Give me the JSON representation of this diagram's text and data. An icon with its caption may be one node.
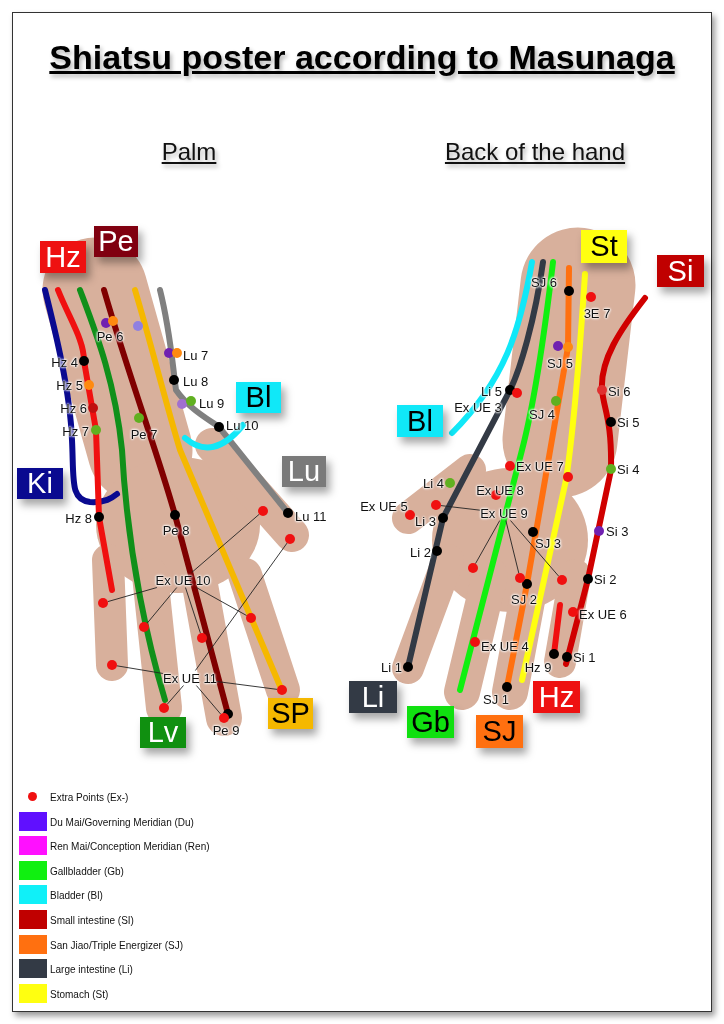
{
  "diagram": {
    "title": "Shiatsu poster according to Masunaga",
    "nodes": [
      {
        "text": [
          "Hz"
        ]
      },
      {
        "text": [
          "Pe"
        ]
      },
      {
        "text": [
          "Bl"
        ]
      },
      {
        "text": [
          "Ki"
        ]
      },
      {
        "text": [
          "Lu"
        ]
      },
      {
        "text": [
          "Ex UE 10"
        ]
      },
      {
        "text": [],
        "shape": "circle"
      },
      {
        "text": [],
        "shape": "circle"
      },
      {
        "text": [],
        "shape": "circle"
      },
      {
        "text": [],
        "shape": "circle"
      },
      {
        "text": [],
        "shape": "circle"
      },
      {
        "text": [
          "Ex UE 11"
        ]
      },
      {
        "text": [],
        "shape": "circle"
      },
      {
        "text": [],
        "shape": "circle"
      },
      {
        "text": [],
        "shape": "circle"
      },
      {
        "text": [],
        "shape": "circle"
      },
      {
        "text": [],
        "shape": "circle"
      },
      {
        "text": [
          "Lv"
        ]
      },
      {
        "text": [
          "SP"
        ]
      },
      {
        "text": [
          "St"
        ]
      },
      {
        "text": [
          "Si"
        ]
      },
      {
        "text": [
          "Bl"
        ]
      },
      {
        "text": [
          "Ex UE 9"
        ]
      },
      {
        "text": [],
        "shape": "circle"
      },
      {
        "text": [],
        "shape": "circle"
      },
      {
        "text": [],
        "shape": "circle"
      },
      {
        "text": [],
        "shape": "circle"
      },
      {
        "text": [
          "Li"
        ]
      },
      {
        "text": [
          "Hz"
        ]
      },
      {
        "text": [
          "Gb"
        ]
      },
      {
        "text": [
          "SJ"
        ]
      }
    ],
    "edges": [
      {
        "from": 5,
        "to": 6,
        "arrow": "none"
      },
      {
        "from": 5,
        "to": 7,
        "arrow": "none"
      },
      {
        "from": 5,
        "to": 8,
        "arrow": "none"
      },
      {
        "from": 5,
        "to": 9,
        "arrow": "none"
      },
      {
        "from": 5,
        "to": 10,
        "arrow": "none"
      },
      {
        "from": 11,
        "to": 12,
        "arrow": "none"
      },
      {
        "from": 11,
        "to": 13,
        "arrow": "none"
      },
      {
        "from": 11,
        "to": 14,
        "arrow": "none"
      },
      {
        "from": 11,
        "to": 15,
        "arrow": "none"
      },
      {
        "from": 11,
        "to": 16,
        "arrow": "none"
      },
      {
        "from": 22,
        "to": 23,
        "arrow": "none"
      },
      {
        "from": 22,
        "to": 24,
        "arrow": "none"
      },
      {
        "from": 22,
        "to": 25,
        "arrow": "none"
      },
      {
        "from": 22,
        "to": 26,
        "arrow": "none"
      }
    ],
    "labels": [
      "Palm",
      "Back of the hand",
      "Pe 6",
      "Lu 7",
      "Hz 4",
      "Lu 8",
      "Hz 5",
      "Lu 9",
      "Hz 6",
      "Hz 7",
      "Pe 7",
      "Lu 10",
      "Hz 8",
      "Lu 11",
      "Pe 8",
      "Pe 9",
      "SJ 6",
      "3E 7",
      "SJ 5",
      "Li 5",
      "Si 6",
      "Ex UE 3",
      "SJ 4",
      "Si 5",
      "Ex UE 7",
      "Si 4",
      "Li 4",
      "Ex UE 8",
      "Ex UE 5",
      "Li 3",
      "Si 3",
      "SJ 3",
      "Li 2",
      "Si 2",
      "SJ 2",
      "Ex UE 6",
      "Ex UE 4",
      "Li 1",
      "Hz 9",
      "Si 1",
      "SJ 1"
    ],
    "legend": [
      {
        "text": "Extra Points (Ex-)"
      },
      {
        "text": "Du Mai/Governing Meridian (Du)",
        "color": "#6010ff"
      },
      {
        "text": "Ren Mai/Conception Meridian (Ren)",
        "color": "#ff10ff"
      },
      {
        "text": "Gallbladder (Gb)",
        "color": "#10f010"
      },
      {
        "text": "Bladder (Bl)",
        "color": "#10f0f8"
      },
      {
        "text": "Small intestine (SI)",
        "color": "#c00000"
      },
      {
        "text": "San Jiao/Triple Energizer (SJ)",
        "color": "#ff7010"
      },
      {
        "text": "Large intestine (Li)",
        "color": "#333a45"
      },
      {
        "text": "Stomach (St)",
        "color": "#ffff10"
      }
    ]
  }
}
